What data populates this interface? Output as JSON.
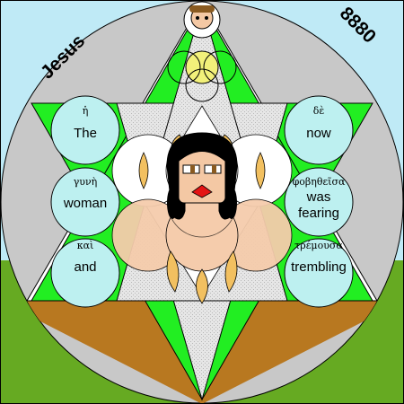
{
  "title_left": "Jesus",
  "title_right": "8880",
  "words": [
    {
      "greek": "ἡ",
      "english": "The"
    },
    {
      "greek": "γυνὴ",
      "english": "woman"
    },
    {
      "greek": "καὶ",
      "english": "and"
    },
    {
      "greek": "δὲ",
      "english": "now"
    },
    {
      "greek": "φοβηθεῖσα",
      "english": "was",
      "english2": "fearing"
    },
    {
      "greek": "τρέμουσα",
      "english": "trembling"
    }
  ],
  "colors": {
    "sky": "#bfeaf6",
    "grass": "#66aa22",
    "gray": "#c8c8c8",
    "green_star": "#22ee22",
    "brown_triangle": "#b87820",
    "word_circle": "#bdf0f0",
    "skin": "#f4c8a4",
    "gold": "#f2c060"
  }
}
